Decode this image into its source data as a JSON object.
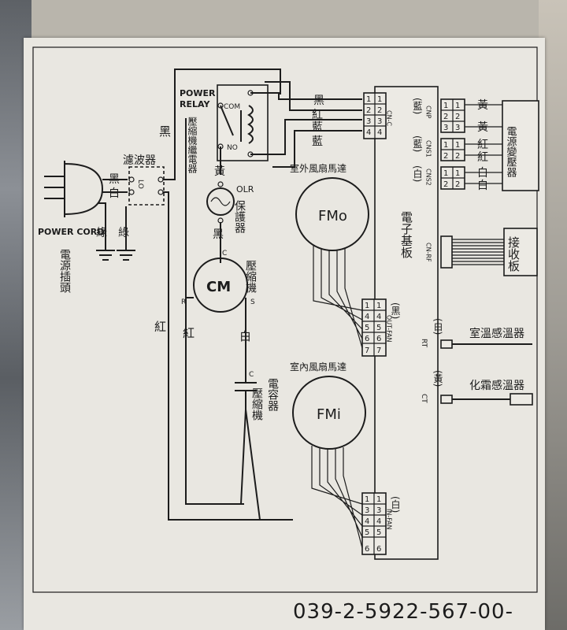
{
  "labels": {
    "power_relay_line1": "POWER",
    "power_relay_line2": "RELAY",
    "compressor_relay": "壓縮機繼電器",
    "com": "COM",
    "no": "NO",
    "filter": "濾波器",
    "black": "黑",
    "white": "白",
    "green": "綠",
    "red": "紅",
    "blue": "藍",
    "yellow": "黃",
    "power_cord": "POWER CORD",
    "power_plug": "電源插頭",
    "olr": "OLR",
    "protector": "保護器",
    "cm": "CM",
    "compressor": "壓縮機",
    "r": "R",
    "s": "S",
    "c": "C",
    "capacitor": "電容器",
    "outdoor_fan_motor": "室外風扇馬達",
    "fmo": "FMo",
    "indoor_fan_motor": "室內風扇馬達",
    "fmi": "FMi",
    "pcb": "電子基板",
    "cn_c": "CN-C",
    "cn_outfan": "OUT-FAN",
    "cn_infan": "IN-FAN",
    "cn_rf": "CN-RF",
    "cn_sig1": "CNS1",
    "cn_sig2": "CNS2",
    "cn_opt": "CNP",
    "rt": "RT",
    "ct": "CT",
    "paren_black": "(黑)",
    "paren_white": "(白)",
    "paren_blue": "(藍)",
    "paren_yellow": "(黃)",
    "transformer": "電源變壓器",
    "receiver": "接收板",
    "room_sensor": "室溫感溫器",
    "defrost_sensor": "化霜感溫器",
    "lo_label": "LO",
    "part_code": "039-2-5922-567-00-"
  },
  "pins": {
    "p1": "1",
    "p2": "2",
    "p3": "3",
    "p4": "4",
    "p5": "5",
    "p6": "6",
    "p7": "7"
  }
}
